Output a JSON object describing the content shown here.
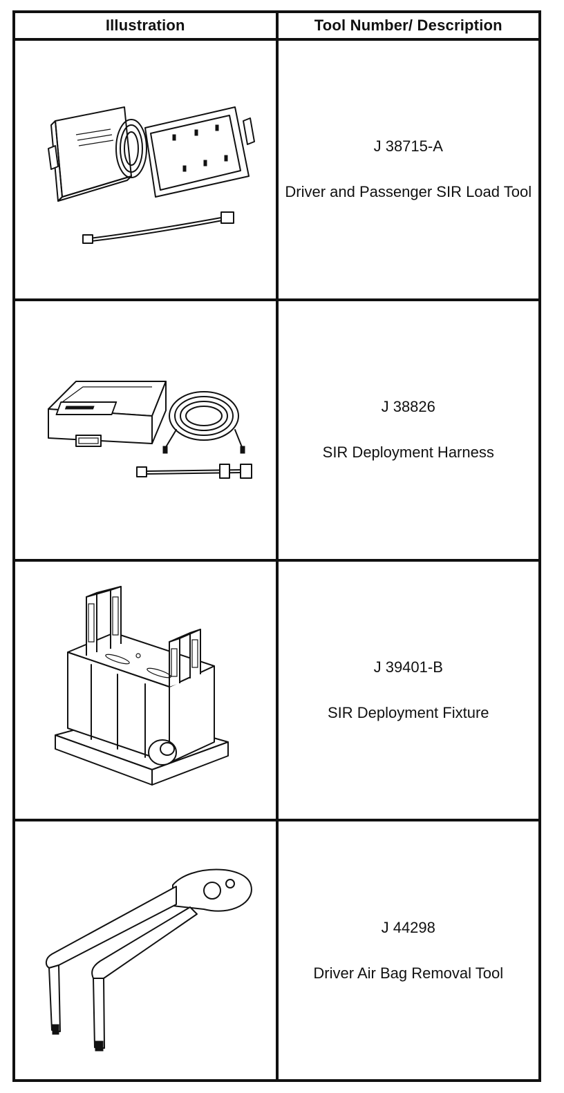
{
  "table": {
    "header_illustration": "Illustration",
    "header_description": "Tool Number/ Description",
    "rows": [
      {
        "tool_number": "J 38715-A",
        "description": "Driver and Passenger SIR Load Tool",
        "illustration_icon": "sir-load-tool-case-icon"
      },
      {
        "tool_number": "J 38826",
        "description": "SIR Deployment Harness",
        "illustration_icon": "deployment-harness-case-icon"
      },
      {
        "tool_number": "J 39401-B",
        "description": "SIR Deployment Fixture",
        "illustration_icon": "deployment-fixture-icon"
      },
      {
        "tool_number": "J 44298",
        "description": "Driver Air Bag Removal Tool",
        "illustration_icon": "air-bag-removal-tool-icon"
      }
    ]
  }
}
